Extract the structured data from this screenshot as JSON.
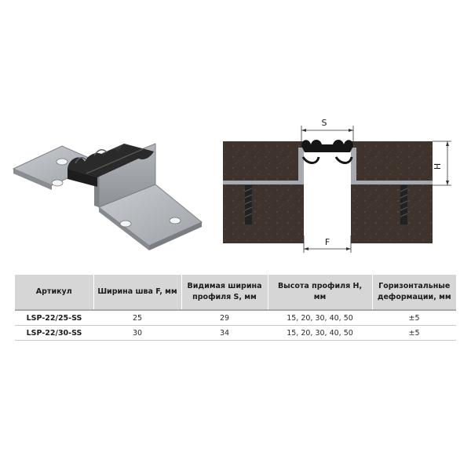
{
  "diagram": {
    "label_s": "S",
    "label_h": "H",
    "label_f": "F"
  },
  "table": {
    "headers": [
      "Артикул",
      "Ширина шва F, мм",
      "Видимая ширина профиля S, мм",
      "Высота профиля H, мм",
      "Горизонтальные деформации, мм"
    ],
    "rows": [
      [
        "LSP-22/25-SS",
        "25",
        "29",
        "15, 20, 30, 40, 50",
        "±5"
      ],
      [
        "LSP-22/30-SS",
        "30",
        "34",
        "15, 20, 30, 40, 50",
        "±5"
      ]
    ]
  }
}
